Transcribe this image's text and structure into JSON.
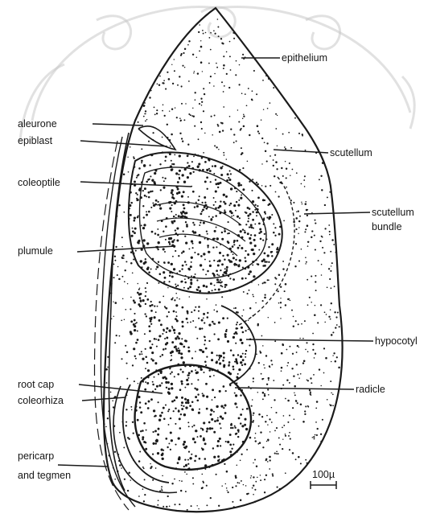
{
  "labels": {
    "epithelium": "epithelium",
    "aleurone": "aleurone",
    "epiblast": "epiblast",
    "scutellum": "scutellum",
    "coleoptile": "coleoptile",
    "scutellum_bundle_1": "scutellum",
    "scutellum_bundle_2": "bundle",
    "plumule": "plumule",
    "hypocotyl": "hypocotyl",
    "root_cap": "root cap",
    "radicle": "radicle",
    "coleorhiza": "coleorhiza",
    "pericarp_1": "pericarp",
    "pericarp_2": "and tegmen",
    "scale": "100µ"
  },
  "colors": {
    "ink": "#161616",
    "watermark": "#c9c9c9",
    "background": "#ffffff"
  },
  "icons": {
    "watermark": "university-seal-watermark"
  }
}
